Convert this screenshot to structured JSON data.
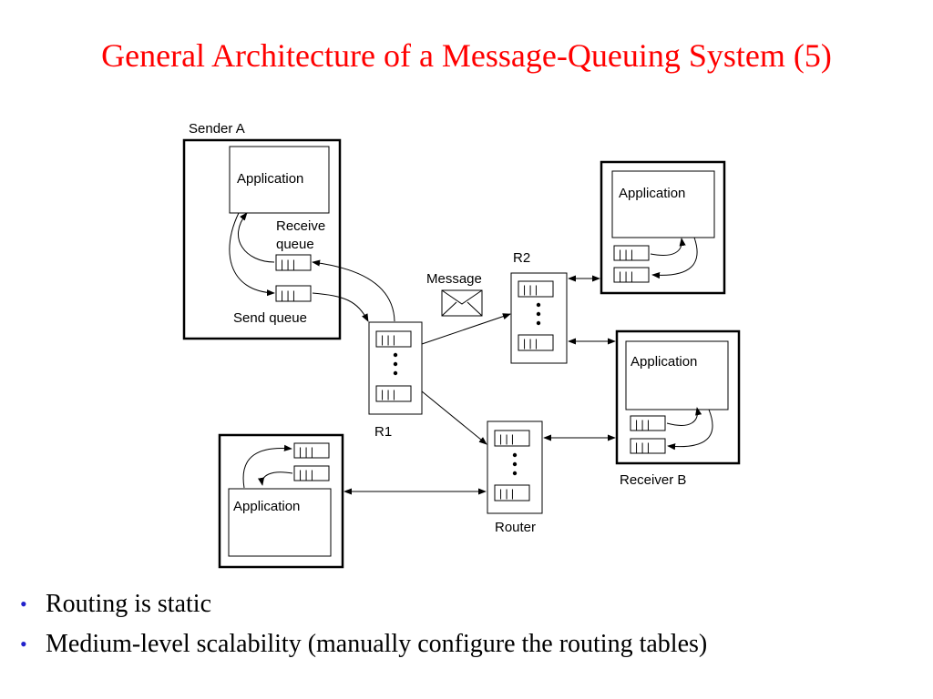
{
  "title": "General Architecture of a Message-Queuing System (5)",
  "diagram": {
    "sender_a": {
      "label": "Sender A",
      "application_label": "Application",
      "receive_queue_label": [
        "Receive",
        "queue"
      ],
      "send_queue_label": "Send queue"
    },
    "receiver_b": {
      "label": "Receiver B",
      "application_label": "Application"
    },
    "top_right_host": {
      "application_label": "Application"
    },
    "bottom_left_host": {
      "application_label": "Application"
    },
    "router_r1": {
      "label": "R1"
    },
    "router_r2": {
      "label": "R2"
    },
    "router": {
      "label": "Router"
    },
    "message": {
      "label": "Message"
    },
    "queue_glyph": "| | |"
  },
  "bullets": [
    "Routing is static",
    "Medium-level scalability (manually configure the routing tables)"
  ],
  "colors": {
    "title": "#ff0000",
    "bullet": "#2222cc",
    "line": "#000000",
    "router_fill": "#ffffff"
  }
}
